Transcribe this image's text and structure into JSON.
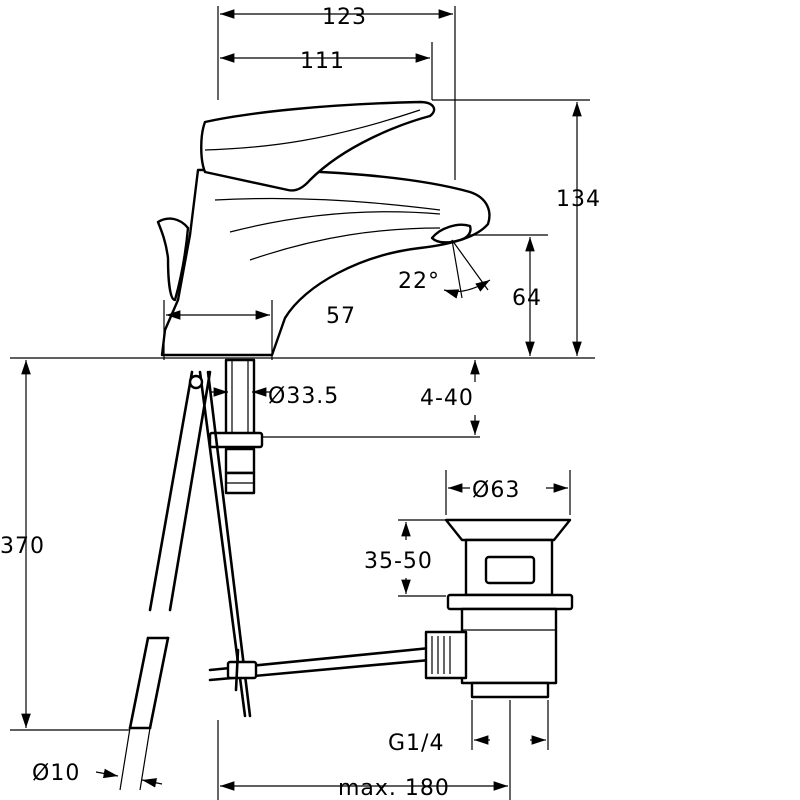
{
  "dimensions": {
    "width_total": "123",
    "width_lever": "111",
    "height_total": "134",
    "height_spout": "64",
    "spout_angle": "22°",
    "base_width": "57",
    "base_diameter": "Ø33.5",
    "deck_thickness": "4-40",
    "hose_length": "370",
    "drain_diameter": "Ø63",
    "drain_height": "35-50",
    "thread": "G1/4",
    "rod_diameter": "Ø10",
    "max_reach": "max. 180"
  }
}
